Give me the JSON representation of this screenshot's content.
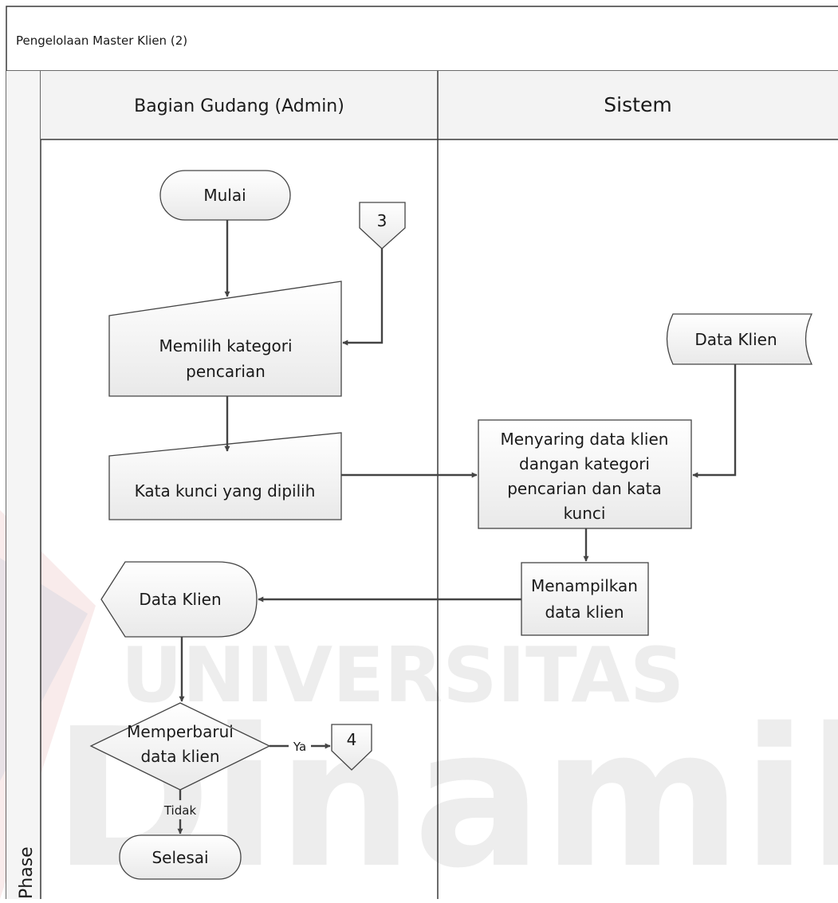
{
  "diagram": {
    "title": "Pengelolaan Master Klien (2)",
    "phase_label": "Phase",
    "lanes": [
      "Bagian Gudang (Admin)",
      "Sistem"
    ],
    "nodes": {
      "start": "Mulai",
      "connector_in": "3",
      "manual_input_1": [
        "Memilih kategori",
        "pencarian"
      ],
      "manual_input_2": "Kata kunci yang dipilih",
      "datastore": "Data Klien",
      "process_filter": [
        "Menyaring data klien",
        "dangan kategori",
        "pencarian dan kata",
        "kunci"
      ],
      "process_show": [
        "Menampilkan",
        "data klien"
      ],
      "display": "Data Klien",
      "decision": [
        "Memperbarui",
        "data klien"
      ],
      "connector_out": "4",
      "end": "Selesai"
    },
    "edge_labels": {
      "yes": "Ya",
      "no": "Tidak"
    },
    "watermark": {
      "top": "UNIVERSITAS",
      "bottom": "Dinamika"
    }
  }
}
